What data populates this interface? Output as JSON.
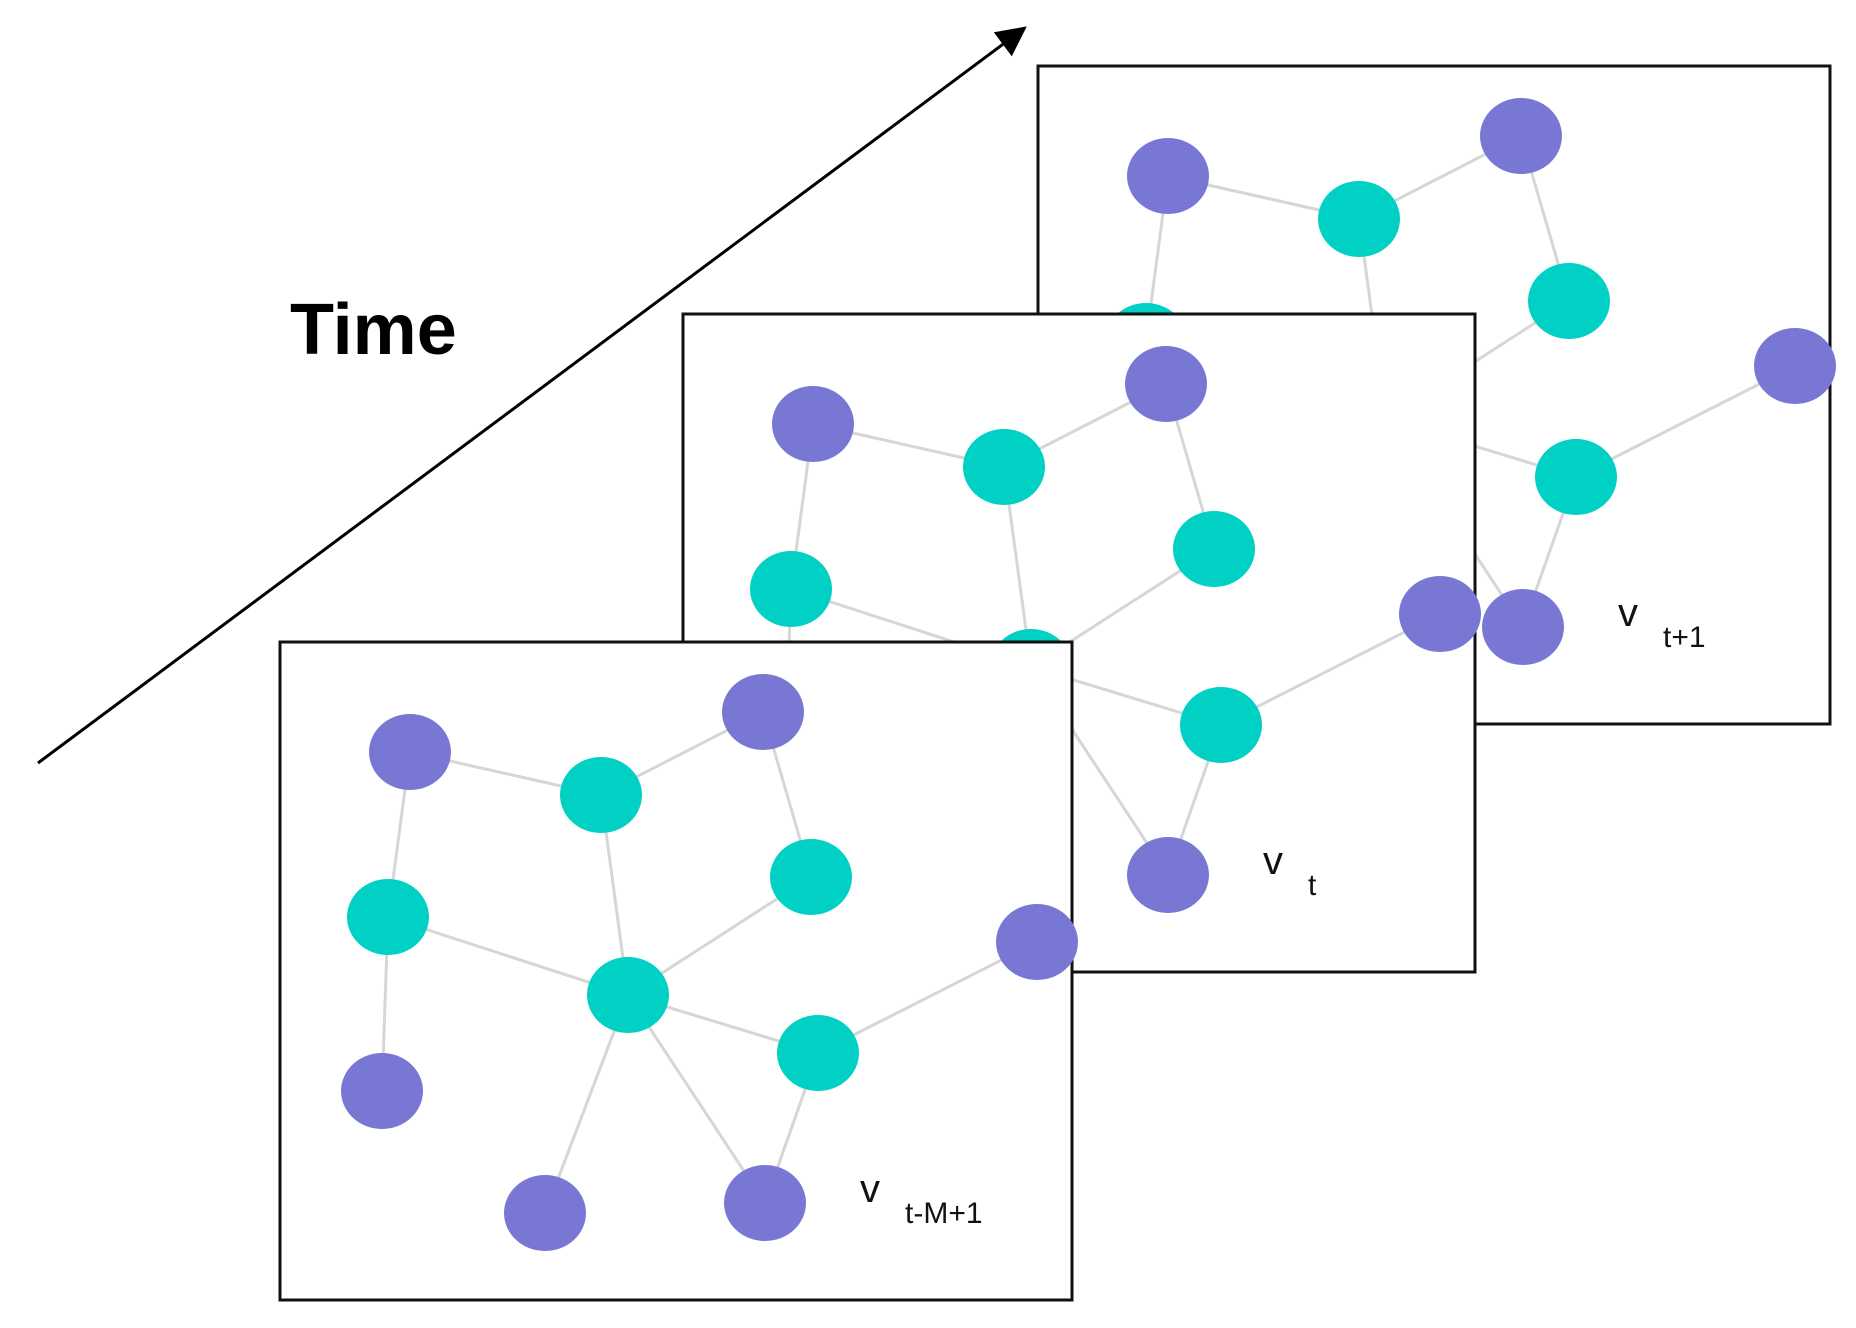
{
  "time_label": "Time",
  "colors": {
    "purple_node": "#7878d4",
    "teal_node": "#00d1c4",
    "edge": "#d6d6d6",
    "frame_border": "#111111",
    "arrow": "#000000"
  },
  "frames": [
    {
      "label_main": "v",
      "label_sub": "t+1"
    },
    {
      "label_main": "v",
      "label_sub": "t"
    },
    {
      "label_main": "v",
      "label_sub": "t-M+1"
    }
  ]
}
